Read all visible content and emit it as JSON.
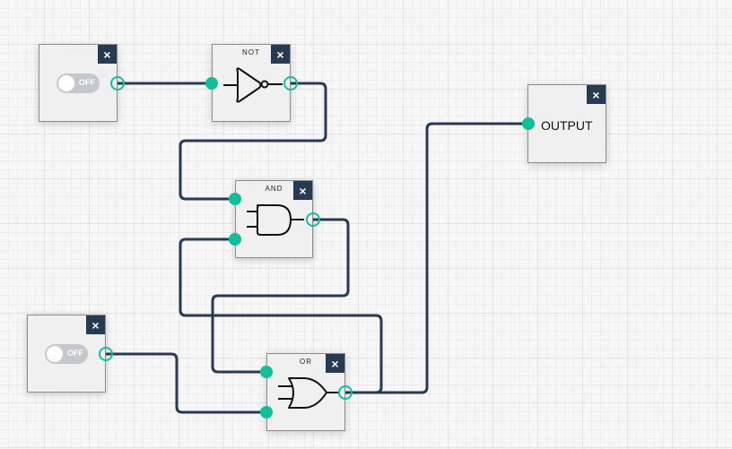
{
  "colors": {
    "wire": "#263a52",
    "pin": "#0ebf9a",
    "close_button": "#263a52",
    "node_bg": "#f0f0f0",
    "toggle_off": "#c4c7cc"
  },
  "close_label": "×",
  "nodes": {
    "switch1": {
      "type": "switch",
      "state_label": "OFF"
    },
    "switch2": {
      "type": "switch",
      "state_label": "OFF"
    },
    "not": {
      "type": "gate",
      "title": "NOT"
    },
    "and": {
      "type": "gate",
      "title": "AND"
    },
    "or": {
      "type": "gate",
      "title": "OR"
    },
    "output": {
      "type": "output",
      "label": "OUTPUT"
    }
  },
  "connections": [
    {
      "from": "switch1.out",
      "to": "not.in"
    },
    {
      "from": "not.out",
      "to": "and.in1"
    },
    {
      "from": "and.out",
      "to": "or.in1"
    },
    {
      "from": "or.out",
      "to": "and.in2"
    },
    {
      "from": "switch2.out",
      "to": "or.in2"
    },
    {
      "from": "or.out",
      "to": "output.in"
    }
  ]
}
